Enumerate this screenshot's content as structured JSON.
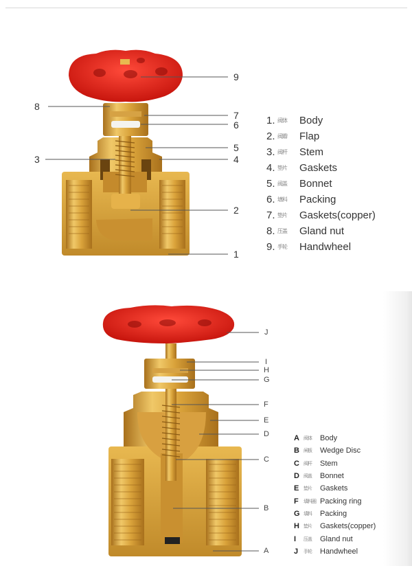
{
  "diagram_top": {
    "subject": "Globe/stop valve cross-section",
    "callout_numbers": [
      "9",
      "8",
      "7",
      "6",
      "5",
      "3",
      "4",
      "2",
      "1"
    ],
    "legend": [
      {
        "index": "1.",
        "cn_text": "阀体",
        "label": "Body"
      },
      {
        "index": "2.",
        "cn_text": "阀瓣",
        "label": "Flap"
      },
      {
        "index": "3.",
        "cn_text": "阀杆",
        "label": "Stem"
      },
      {
        "index": "4.",
        "cn_text": "垫片",
        "label": "Gaskets"
      },
      {
        "index": "5.",
        "cn_text": "阀盖",
        "label": "Bonnet"
      },
      {
        "index": "6.",
        "cn_text": "填料",
        "label": "Packing"
      },
      {
        "index": "7.",
        "cn_text": "垫片",
        "label": "Gaskets(copper)"
      },
      {
        "index": "8.",
        "cn_text": "压盖",
        "label": "Gland nut"
      },
      {
        "index": "9.",
        "cn_text": "手轮",
        "label": "Handwheel"
      }
    ]
  },
  "diagram_bottom": {
    "subject": "Gate valve cross-section",
    "callout_letters": [
      "J",
      "I",
      "H",
      "G",
      "F",
      "E",
      "D",
      "C",
      "B",
      "A"
    ],
    "legend": [
      {
        "index": "A",
        "cn_text": "阀体",
        "label": "Body"
      },
      {
        "index": "B",
        "cn_text": "闸板",
        "label": "Wedge Disc"
      },
      {
        "index": "C",
        "cn_text": "阀杆",
        "label": "Stem"
      },
      {
        "index": "D",
        "cn_text": "阀盖",
        "label": "Bonnet"
      },
      {
        "index": "E",
        "cn_text": "垫片",
        "label": "Gaskets"
      },
      {
        "index": "F",
        "cn_text": "填料圈",
        "label": "Packing ring"
      },
      {
        "index": "G",
        "cn_text": "填料",
        "label": "Packing"
      },
      {
        "index": "H",
        "cn_text": "垫片",
        "label": "Gaskets(copper)"
      },
      {
        "index": "I",
        "cn_text": "压盖",
        "label": "Gland nut"
      },
      {
        "index": "J",
        "cn_text": "手轮",
        "label": "Handwheel"
      }
    ]
  },
  "colors": {
    "handwheel_red": "#e0251b",
    "brass": "#d9a23a",
    "brass_light": "#f0c868",
    "brass_dark": "#a8701c",
    "packing_white": "#f4f4f0"
  }
}
